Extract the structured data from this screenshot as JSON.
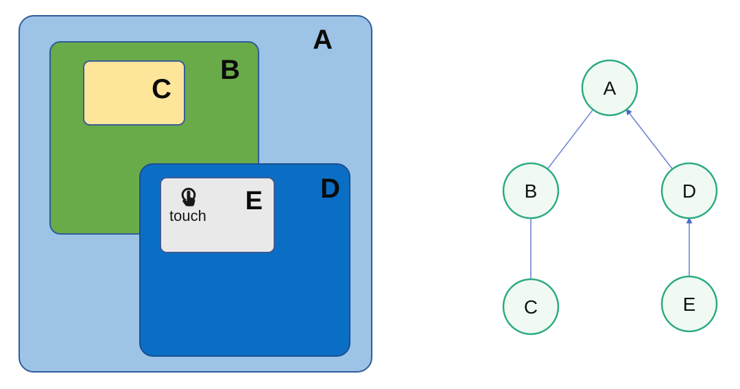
{
  "nesting_diagram": {
    "boxes": {
      "a": {
        "label": "A",
        "fill": "#9dc3e6",
        "border": "#2e5b9c"
      },
      "b": {
        "label": "B",
        "fill": "#69ab49",
        "border": "#2e5b9c"
      },
      "c": {
        "label": "C",
        "fill": "#fde59a",
        "border": "#3a5c95"
      },
      "d": {
        "label": "D",
        "fill": "#0a6ec4",
        "border": "#1a4f8e"
      },
      "e": {
        "label": "E",
        "fill": "#e9e9e9",
        "border": "#3a5c95"
      }
    },
    "touch": {
      "label": "touch",
      "icon": "touch-tap-icon",
      "icon_color": "#1a1a1a"
    }
  },
  "tree_diagram": {
    "node_fill": "#f0faf2",
    "node_border": "#2bab80",
    "edge_color": "#6c83d4",
    "arrow_color": "#4a69c9",
    "nodes": [
      {
        "id": "A",
        "label": "A"
      },
      {
        "id": "B",
        "label": "B"
      },
      {
        "id": "C",
        "label": "C"
      },
      {
        "id": "D",
        "label": "D"
      },
      {
        "id": "E",
        "label": "E"
      }
    ],
    "edges": [
      {
        "from": "B",
        "to": "A",
        "arrow": false
      },
      {
        "from": "D",
        "to": "A",
        "arrow": true
      },
      {
        "from": "C",
        "to": "B",
        "arrow": false
      },
      {
        "from": "E",
        "to": "D",
        "arrow": true
      }
    ]
  }
}
